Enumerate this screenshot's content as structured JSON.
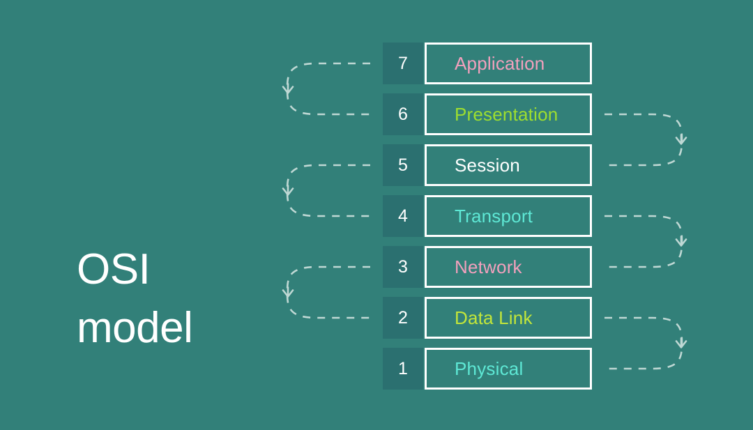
{
  "background_color": "#328079",
  "title": {
    "line1": "OSI",
    "line2": "model",
    "color": "#ffffff"
  },
  "diagram": {
    "name": "osi-model-layer-stack",
    "number_box_color": "#2b7070",
    "box_border_color": "#ffffff",
    "number_text_color": "#ffffff",
    "arrow_color": "#bfd8d4",
    "layers": [
      {
        "number": "7",
        "label": "Application",
        "color": "#f2a0bd"
      },
      {
        "number": "6",
        "label": "Presentation",
        "color": "#9ede2f"
      },
      {
        "number": "5",
        "label": "Session",
        "color": "#ffffff"
      },
      {
        "number": "4",
        "label": "Transport",
        "color": "#5ee8d5"
      },
      {
        "number": "3",
        "label": "Network",
        "color": "#f2a0bd"
      },
      {
        "number": "2",
        "label": "Data Link",
        "color": "#c3e63a"
      },
      {
        "number": "1",
        "label": "Physical",
        "color": "#5ee8d5"
      }
    ],
    "connectors": [
      {
        "name": "connector-7-to-6",
        "side": "left",
        "from_layer": "7",
        "to_layer": "6"
      },
      {
        "name": "connector-6-to-5",
        "side": "right",
        "from_layer": "6",
        "to_layer": "5"
      },
      {
        "name": "connector-5-to-4",
        "side": "left",
        "from_layer": "5",
        "to_layer": "4"
      },
      {
        "name": "connector-4-to-3",
        "side": "right",
        "from_layer": "4",
        "to_layer": "3"
      },
      {
        "name": "connector-3-to-2",
        "side": "left",
        "from_layer": "3",
        "to_layer": "2"
      },
      {
        "name": "connector-2-to-1",
        "side": "right",
        "from_layer": "2",
        "to_layer": "1"
      }
    ]
  }
}
